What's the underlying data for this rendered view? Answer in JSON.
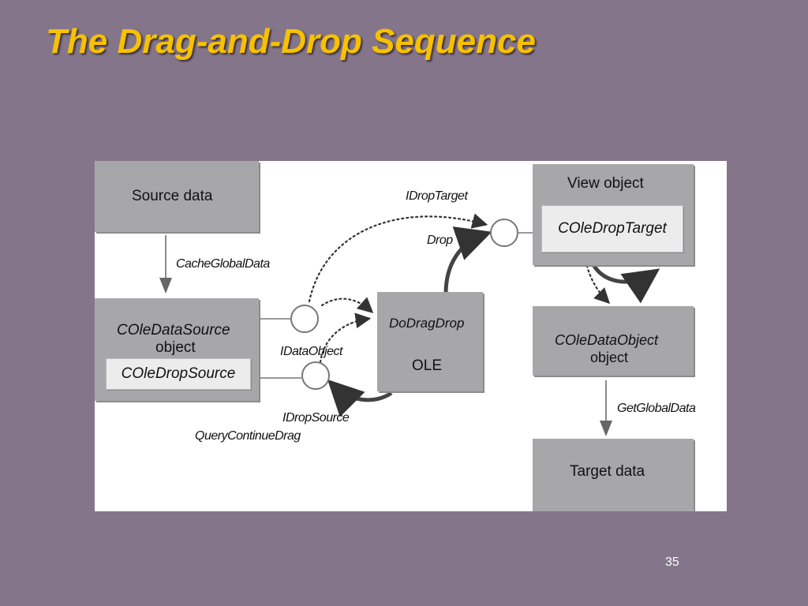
{
  "slide": {
    "title": "The Drag-and-Drop Sequence",
    "page_number": "35",
    "background_color": "#85758a",
    "title_color": "#f7c100"
  },
  "diagram": {
    "nodes": {
      "source_data": "Source data",
      "cole_data_source_line1": "COleDataSource",
      "cole_data_source_line2": "object",
      "cole_drop_source": "COleDropSource",
      "ole_function": "DoDragDrop",
      "ole": "OLE",
      "view_object": "View object",
      "cole_drop_target": "COleDropTarget",
      "cole_data_object_line1": "COleDataObject",
      "cole_data_object_line2": "object",
      "target_data": "Target data"
    },
    "edge_labels": {
      "cache_global_data": "CacheGlobalData",
      "idata_object": "IDataObject",
      "idrop_source": "IDropSource",
      "query_continue_drag": "QueryContinueDrag",
      "idrop_target": "IDropTarget",
      "drop": "Drop",
      "get_global_data": "GetGlobalData"
    }
  }
}
